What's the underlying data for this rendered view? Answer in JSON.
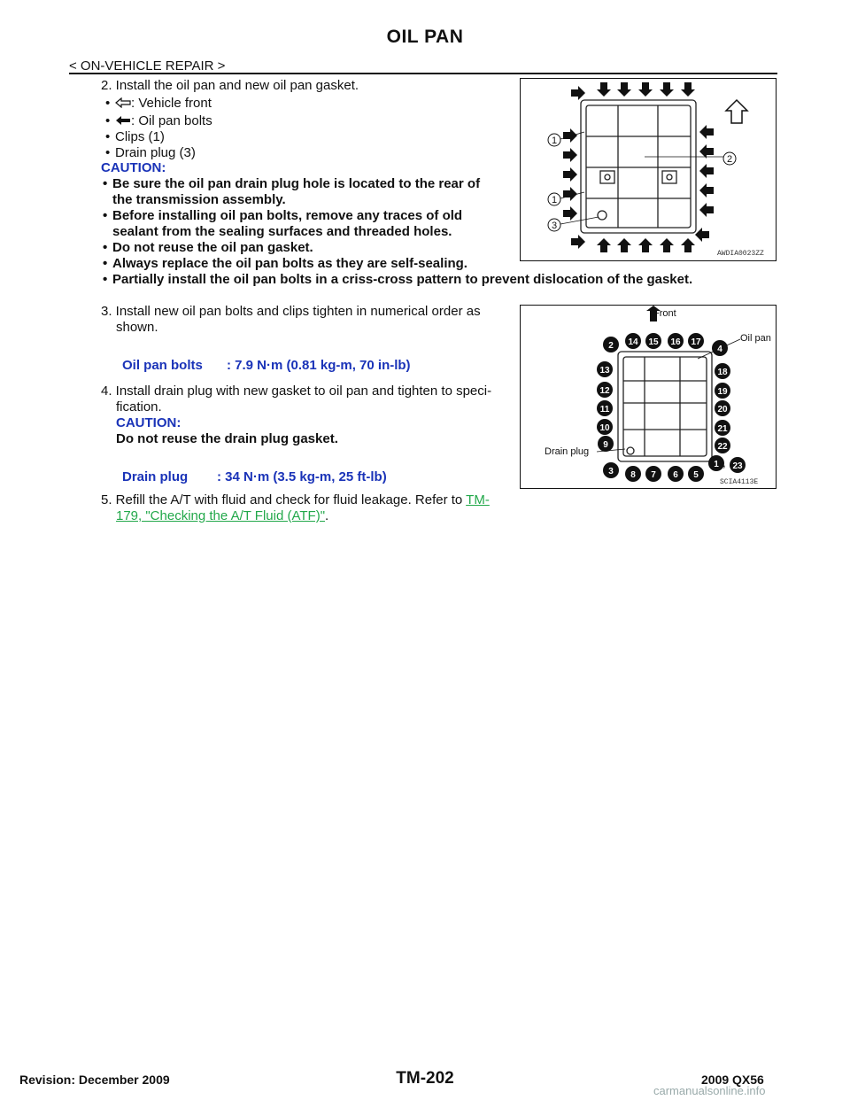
{
  "header": {
    "title": "OIL PAN",
    "section": "< ON-VEHICLE REPAIR >"
  },
  "step2": {
    "text": "2.  Install the oil pan and new oil pan gasket.",
    "legend_front": ": Vehicle front",
    "legend_bolts": ": Oil pan bolts",
    "clips": "Clips (1)",
    "drain": "Drain plug (3)",
    "caution_label": "CAUTION:",
    "cautions": [
      "Be sure the oil pan drain plug hole is located to the rear of",
      "the transmission assembly.",
      "Before installing oil pan bolts, remove any traces of old",
      "sealant from the sealing surfaces and threaded holes.",
      "Do not reuse the oil pan gasket.",
      "Always replace the oil pan bolts as they are self-sealing.",
      "Partially install the oil pan bolts in a criss-cross pattern to prevent dislocation of the gasket."
    ]
  },
  "step3": {
    "line1": "3.  Install new oil pan bolts and clips tighten in numerical order as",
    "line2": "shown.",
    "spec_label": "Oil pan bolts",
    "spec_value": ": 7.9 N·m (0.81 kg-m, 70 in-lb)"
  },
  "step4": {
    "line1": "4.  Install drain plug with new gasket to oil pan and tighten to speci-",
    "line2": "fication.",
    "caution_label": "CAUTION:",
    "caution": "Do not reuse the drain plug gasket.",
    "spec_label": "Drain plug",
    "spec_value": ": 34 N·m (3.5 kg-m, 25 ft-lb)"
  },
  "step5": {
    "text": "5.  Refill the A/T with fluid and check for fluid leakage. Refer to ",
    "link1": "TM-",
    "link2": "179, \"Checking the A/T Fluid (ATF)\"",
    "end": "."
  },
  "figure1": {
    "code": "AWDIA0023ZZ",
    "callouts": [
      "1",
      "2",
      "1",
      "3"
    ]
  },
  "figure2": {
    "code": "SCIA4113E",
    "front_label": "Front",
    "oil_pan_label": "Oil pan",
    "drain_plug_label": "Drain plug",
    "bolt_numbers": [
      "2",
      "14",
      "15",
      "16",
      "17",
      "4",
      "13",
      "18",
      "12",
      "19",
      "11",
      "20",
      "10",
      "21",
      "9",
      "22",
      "3",
      "8",
      "7",
      "6",
      "5",
      "1",
      "23"
    ],
    "comma": ","
  },
  "footer": {
    "page": "TM-202",
    "revision": "Revision: December 2009",
    "model": "2009 QX56",
    "watermark": "carmanualsonline.info"
  }
}
